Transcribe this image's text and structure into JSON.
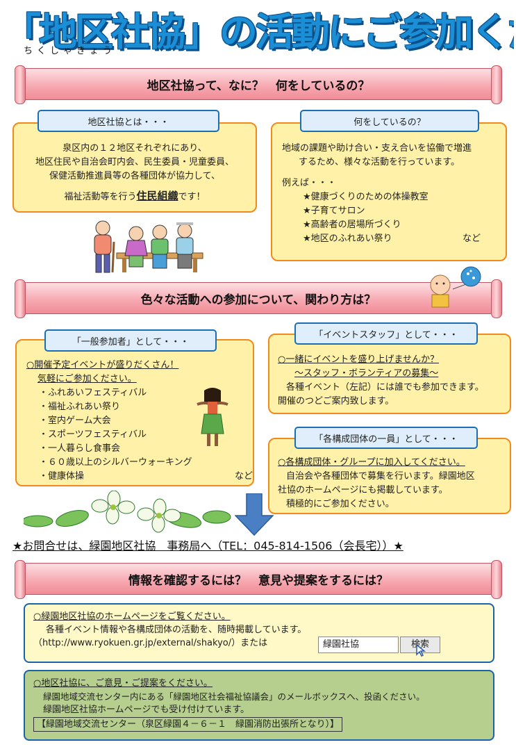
{
  "title": {
    "main": "「地区社協」の活動にご参加ください",
    "ruby": "ちくしゃきょう"
  },
  "section1": {
    "banner": "地区社協って、なに？　何をしているの？",
    "what_is": {
      "tab": "地区社協とは・・・",
      "line1": "泉区内の１２地区それぞれにあり、",
      "line2": "地区住民や自治会町内会、民生委員・児童委員、",
      "line3": "保健活動推進員等の各種団体が協力して、",
      "line4_pre": "福祉活動等を行う",
      "line4_em": "住民組織",
      "line4_post": "です！"
    },
    "doing": {
      "tab": "何をしているの？",
      "line1": "地域の課題や助け合い・支え合いを協働で増進",
      "line2": "するため、様々な活動を行っています。",
      "example": "例えば・・・",
      "items": [
        "★健康づくりのための体操教室",
        "★子育てサロン",
        "★高齢者の居場所づくり",
        "★地区のふれあい祭り"
      ],
      "etc": "など"
    }
  },
  "section2": {
    "banner": "色々な活動への参加について、関わり方は？",
    "general": {
      "tab": "「一般参加者」として・・・",
      "lead1": "○開催予定イベントが盛りだくさん！",
      "lead2": "気軽にご参加ください。",
      "items": [
        "・ふれあいフェスティバル",
        "・福祉ふれあい祭り",
        "・室内ゲーム大会",
        "・スポーツフェスティバル",
        "・一人暮らし食事会",
        "・６０歳以上のシルバーウォーキング",
        "・健康体操"
      ],
      "etc": "など"
    },
    "staff": {
      "tab": "「イベントスタッフ」として・・・",
      "line1": "○一緒にイベントを盛り上げませんか？",
      "line2": "～スタッフ・ボランティアの募集～",
      "line3": "各種イベント（左記）には誰でも参加できます。",
      "line4": "開催のつどご案内致します。"
    },
    "member": {
      "tab": "「各構成団体の一員」として・・・",
      "line1": "○各構成団体・グループに加入してください。",
      "line2": "自治会や各種団体で募集を行います。緑園地区",
      "line3": "社協のホームページにも掲載しています。",
      "line4": "積極的にご参加ください。"
    }
  },
  "contact": "★お問合せは、緑園地区社協　事務局へ（TEL：045-814-1506（会長宅））★",
  "section3": {
    "banner": "情報を確認するには？　意見や提案をするには？",
    "homepage": {
      "line1": "○緑園地区社協のホームページをご覧ください。",
      "line2": "各種イベント情報や各構成団体の活動を、随時掲載しています。",
      "line3": "（http://www.ryokuen.gr.jp/external/shakyo/）または",
      "search_value": "緑園社協",
      "search_button": "検索"
    },
    "opinion": {
      "line1": "○地区社協に、ご意見・ご提案をください。",
      "line2": "緑園地域交流センター内にある「緑園地区社会福祉協議会」のメールボックスへ、投函ください。",
      "line3": "緑園地区社協ホームページでも受け付けています。",
      "address": "【緑園地域交流センター（泉区緑園４－６－１　緑園消防出張所となり）】"
    }
  },
  "colors": {
    "title": "#1b8fd6",
    "banner": "#f7aab3",
    "yellow_box": "#fff2a8",
    "orange_border": "#f08a1c",
    "tab_border": "#1a6eb5",
    "homepage_box": "#fff9c7",
    "opinion_box": "#b6cf8e",
    "arrow": "#4a7fc4"
  },
  "icons": [
    "elderly-people-illustration",
    "baby-with-balloon-illustration",
    "hula-dancer-illustration",
    "dogwood-flowers-illustration",
    "down-arrow-icon",
    "mouse-cursor-icon"
  ]
}
